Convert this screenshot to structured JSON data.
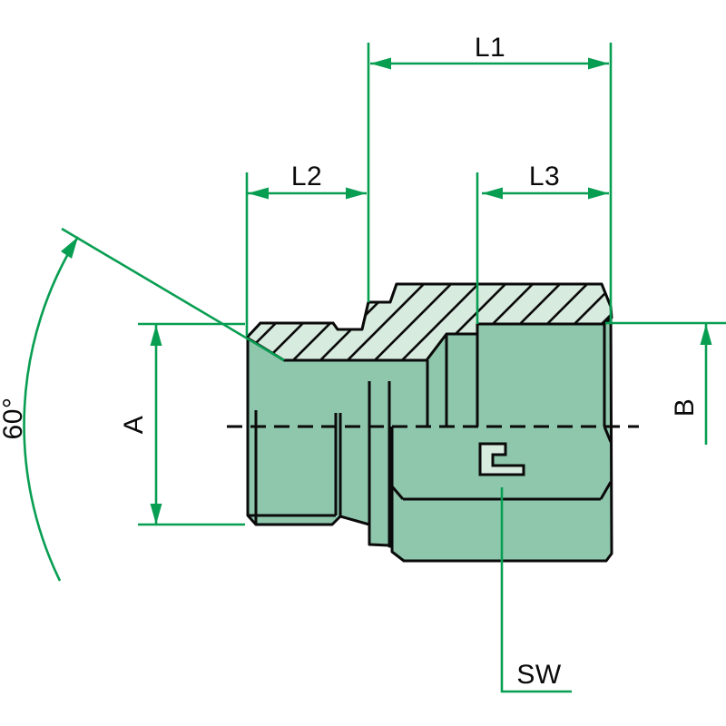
{
  "drawing": {
    "type": "technical-dimension-drawing",
    "subject": "threaded adapter fitting, half-section view",
    "labels": {
      "l1": "L1",
      "l2": "L2",
      "l3": "L3",
      "a": "A",
      "b": "B",
      "sw": "SW",
      "angle": "60°"
    },
    "colors": {
      "body": "#8fc7ad",
      "section_hatch_background": "#d8ebdf",
      "dimension_lines": "#089e52",
      "outlines": "#0a0a0a",
      "background": "#ffffff"
    }
  }
}
